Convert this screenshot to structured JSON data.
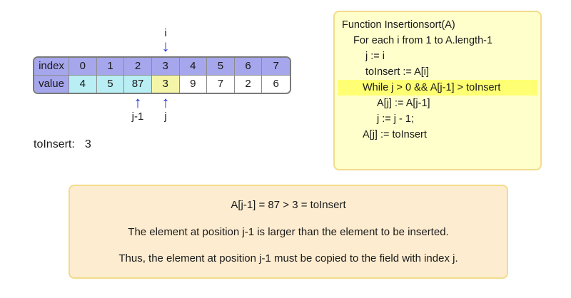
{
  "array": {
    "index_label": "index",
    "value_label": "value",
    "indices": [
      "0",
      "1",
      "2",
      "3",
      "4",
      "5",
      "6",
      "7"
    ],
    "values": [
      "4",
      "5",
      "87",
      "3",
      "9",
      "7",
      "2",
      "6"
    ],
    "colors": {
      "header": "#a6a6ec",
      "sorted": "#b8eef4",
      "current": "#f5f5a8",
      "unsorted": "#ffffff"
    }
  },
  "pointers": {
    "i": "i",
    "j_minus_1": "j-1",
    "j": "j",
    "arrow_color": "#1a2fd6"
  },
  "variables": {
    "toinsert_label": "toInsert:",
    "toinsert_value": "3"
  },
  "code": {
    "lines": [
      "Function Insertionsort(A)",
      "For each i from 1 to A.length-1",
      "j := i",
      "toInsert := A[i]",
      "While j > 0 && A[j-1] > toInsert",
      "A[j] := A[j-1]",
      "j := j - 1;",
      "A[j] := toInsert"
    ],
    "highlight_color": "#ffff73"
  },
  "explanation": {
    "condition": "A[j-1] = 87 > 3 = toInsert",
    "line1": "The element at position j-1 is larger than the element to be inserted.",
    "line2": "Thus, the element at position j-1 must be copied to the field with index j."
  }
}
